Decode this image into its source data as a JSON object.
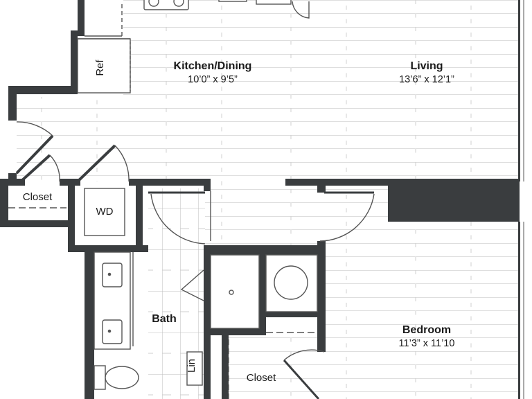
{
  "colors": {
    "wall": "#3a3d3f",
    "floor_line": "#bdbdbd",
    "fixture_line": "#555555",
    "background": "#ffffff"
  },
  "rooms": {
    "kitchen_dining": {
      "name": "Kitchen/Dining",
      "dims": "10’0” x 9’5”"
    },
    "living": {
      "name": "Living",
      "dims": "13’6” x 12’1”"
    },
    "bedroom": {
      "name": "Bedroom",
      "dims": "11’3” x 11’10"
    },
    "bath": {
      "name": "Bath"
    }
  },
  "labels": {
    "ref": "Ref",
    "closet_left": "Closet",
    "wd": "WD",
    "lin": "Lin",
    "closet_bedroom": "Closet"
  }
}
